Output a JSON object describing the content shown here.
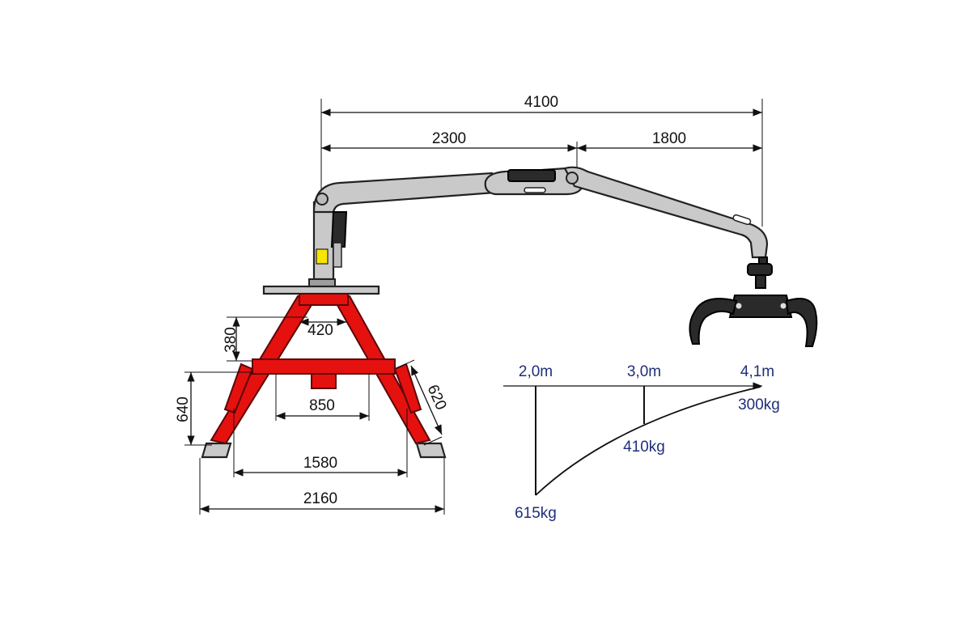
{
  "dimensions": {
    "reach_total": "4100",
    "reach_first": "2300",
    "reach_second": "1800",
    "height_380": "380",
    "width_420": "420",
    "height_640": "640",
    "width_850": "850",
    "length_620": "620",
    "width_1580": "1580",
    "width_2160": "2160"
  },
  "load_chart": {
    "distances": [
      "2,0m",
      "3,0m",
      "4,1m"
    ],
    "loads": [
      "615kg",
      "410kg",
      "300kg"
    ]
  },
  "colors": {
    "frame": "#e5110f",
    "boom": "#c9c9c9",
    "load_text": "#1f2f7a"
  }
}
